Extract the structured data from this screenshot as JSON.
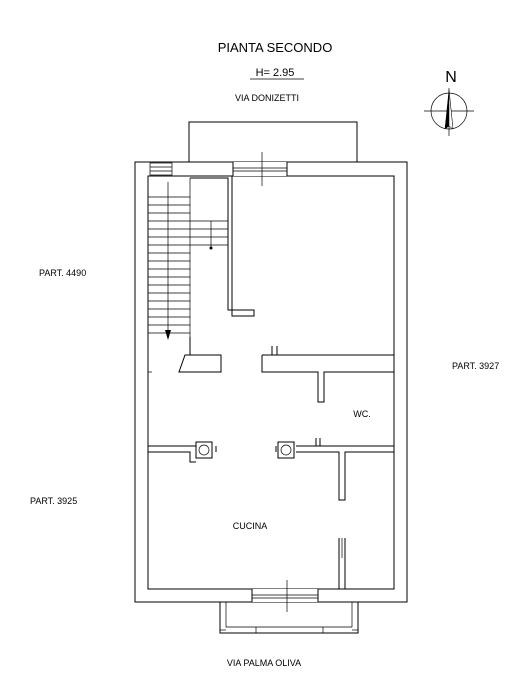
{
  "plan": {
    "title": "PIANTA SECONDO",
    "height_note": "H= 2.95",
    "north_label": "N"
  },
  "streets": {
    "top": "VIA DONIZETTI",
    "bottom": "VIA PALMA OLIVA"
  },
  "parcels": {
    "left_top": "PART. 4490",
    "right": "PART. 3927",
    "left_bottom": "PART. 3925"
  },
  "rooms": {
    "wc": "WC.",
    "kitchen": "CUCINA"
  }
}
